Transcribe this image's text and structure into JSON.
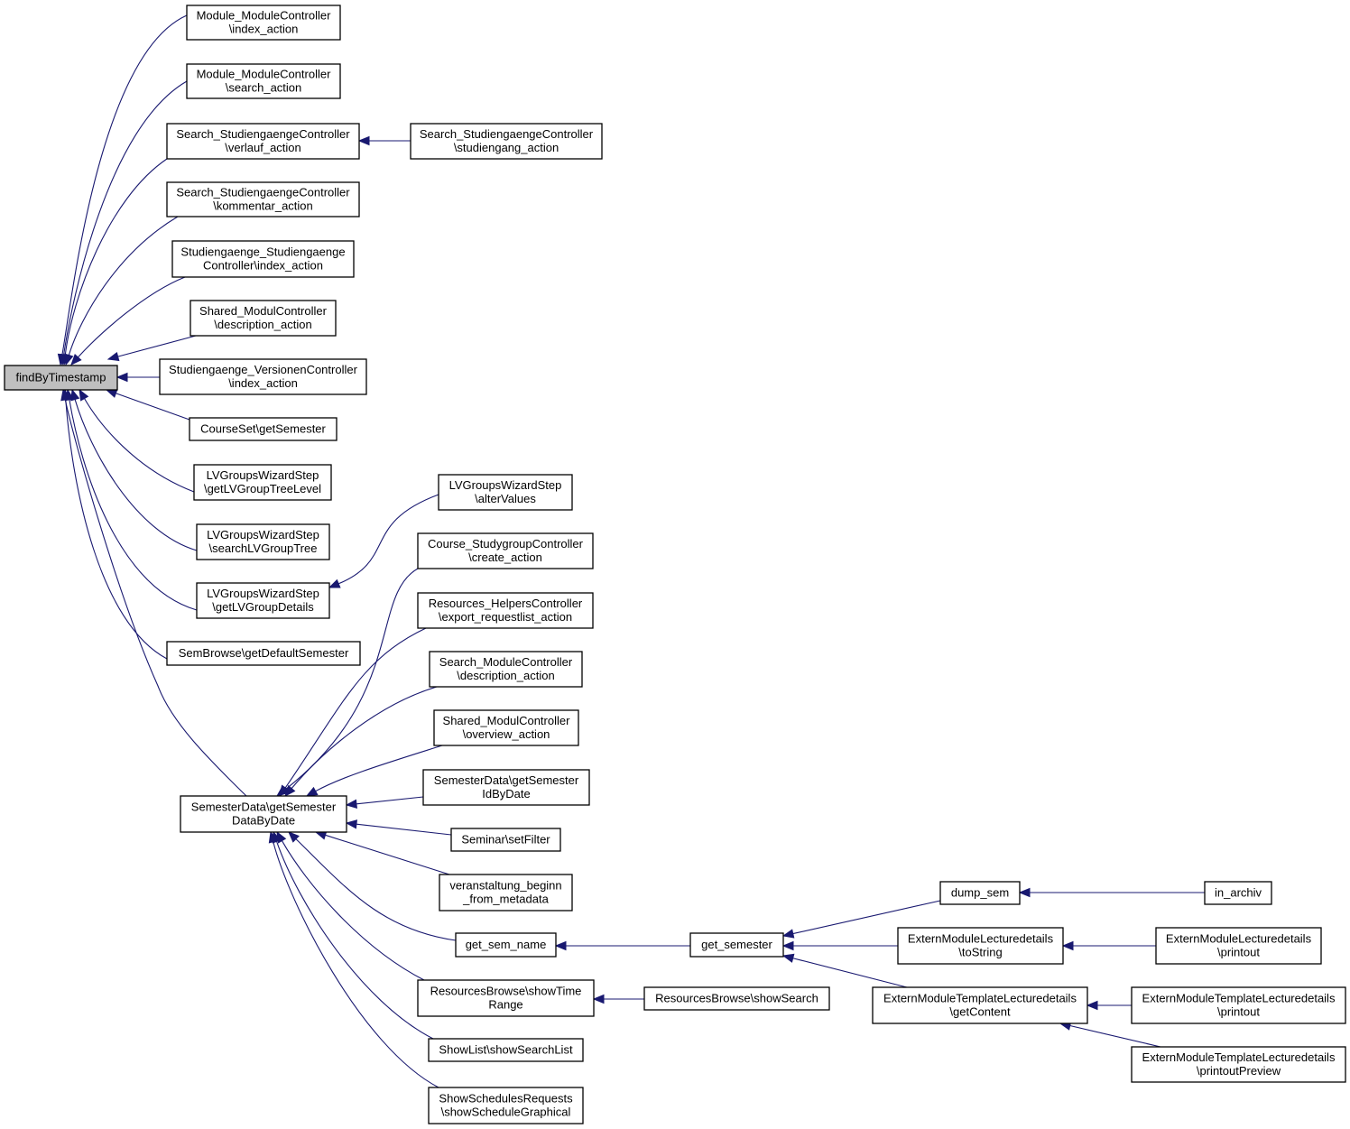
{
  "nodes": [
    {
      "id": "root",
      "lines": [
        "findByTimestamp"
      ],
      "highlight": true
    },
    {
      "id": "n1",
      "lines": [
        "Module_ModuleController",
        "\\index_action"
      ]
    },
    {
      "id": "n2",
      "lines": [
        "Module_ModuleController",
        "\\search_action"
      ]
    },
    {
      "id": "n3",
      "lines": [
        "Search_StudiengaengeController",
        "\\verlauf_action"
      ]
    },
    {
      "id": "n4",
      "lines": [
        "Search_StudiengaengeController",
        "\\studiengang_action"
      ]
    },
    {
      "id": "n5",
      "lines": [
        "Search_StudiengaengeController",
        "\\kommentar_action"
      ]
    },
    {
      "id": "n6",
      "lines": [
        "Studiengaenge_Studiengaenge",
        "Controller\\index_action"
      ]
    },
    {
      "id": "n7",
      "lines": [
        "Shared_ModulController",
        "\\description_action"
      ]
    },
    {
      "id": "n8",
      "lines": [
        "Studiengaenge_VersionenController",
        "\\index_action"
      ]
    },
    {
      "id": "n9",
      "lines": [
        "CourseSet\\getSemester"
      ]
    },
    {
      "id": "n10",
      "lines": [
        "LVGroupsWizardStep",
        "\\getLVGroupTreeLevel"
      ]
    },
    {
      "id": "n11",
      "lines": [
        "LVGroupsWizardStep",
        "\\searchLVGroupTree"
      ]
    },
    {
      "id": "n12",
      "lines": [
        "LVGroupsWizardStep",
        "\\getLVGroupDetails"
      ]
    },
    {
      "id": "n13",
      "lines": [
        "LVGroupsWizardStep",
        "\\alterValues"
      ]
    },
    {
      "id": "n14",
      "lines": [
        "SemBrowse\\getDefaultSemester"
      ]
    },
    {
      "id": "n15",
      "lines": [
        "SemesterData\\getSemester",
        "DataByDate"
      ]
    },
    {
      "id": "n16",
      "lines": [
        "Course_StudygroupController",
        "\\create_action"
      ]
    },
    {
      "id": "n17",
      "lines": [
        "Resources_HelpersController",
        "\\export_requestlist_action"
      ]
    },
    {
      "id": "n18",
      "lines": [
        "Search_ModuleController",
        "\\description_action"
      ]
    },
    {
      "id": "n19",
      "lines": [
        "Shared_ModulController",
        "\\overview_action"
      ]
    },
    {
      "id": "n20",
      "lines": [
        "SemesterData\\getSemester",
        "IdByDate"
      ]
    },
    {
      "id": "n21",
      "lines": [
        "Seminar\\setFilter"
      ]
    },
    {
      "id": "n22",
      "lines": [
        "veranstaltung_beginn",
        "_from_metadata"
      ]
    },
    {
      "id": "n23",
      "lines": [
        "get_sem_name"
      ]
    },
    {
      "id": "n24",
      "lines": [
        "ResourcesBrowse\\showTime",
        "Range"
      ]
    },
    {
      "id": "n25",
      "lines": [
        "ShowList\\showSearchList"
      ]
    },
    {
      "id": "n26",
      "lines": [
        "ShowSchedulesRequests",
        "\\showScheduleGraphical"
      ]
    },
    {
      "id": "n27",
      "lines": [
        "get_semester"
      ]
    },
    {
      "id": "n28",
      "lines": [
        "ResourcesBrowse\\showSearch"
      ]
    },
    {
      "id": "n29",
      "lines": [
        "dump_sem"
      ]
    },
    {
      "id": "n30",
      "lines": [
        "ExternModuleLecturedetails",
        "\\toString"
      ]
    },
    {
      "id": "n31",
      "lines": [
        "ExternModuleTemplateLecturedetails",
        "\\getContent"
      ]
    },
    {
      "id": "n32",
      "lines": [
        "in_archiv"
      ]
    },
    {
      "id": "n33",
      "lines": [
        "ExternModuleLecturedetails",
        "\\printout"
      ]
    },
    {
      "id": "n34",
      "lines": [
        "ExternModuleTemplateLecturedetails",
        "\\printout"
      ]
    },
    {
      "id": "n35",
      "lines": [
        "ExternModuleTemplateLecturedetails",
        "\\printoutPreview"
      ]
    }
  ],
  "edges": [
    {
      "from": "n1",
      "to": "root"
    },
    {
      "from": "n2",
      "to": "root"
    },
    {
      "from": "n3",
      "to": "root"
    },
    {
      "from": "n5",
      "to": "root"
    },
    {
      "from": "n6",
      "to": "root"
    },
    {
      "from": "n7",
      "to": "root"
    },
    {
      "from": "n8",
      "to": "root"
    },
    {
      "from": "n9",
      "to": "root"
    },
    {
      "from": "n10",
      "to": "root"
    },
    {
      "from": "n11",
      "to": "root"
    },
    {
      "from": "n12",
      "to": "root"
    },
    {
      "from": "n14",
      "to": "root"
    },
    {
      "from": "n15",
      "to": "root"
    },
    {
      "from": "n4",
      "to": "n3"
    },
    {
      "from": "n13",
      "to": "n12"
    },
    {
      "from": "n16",
      "to": "n15"
    },
    {
      "from": "n17",
      "to": "n15"
    },
    {
      "from": "n18",
      "to": "n15"
    },
    {
      "from": "n19",
      "to": "n15"
    },
    {
      "from": "n20",
      "to": "n15"
    },
    {
      "from": "n21",
      "to": "n15"
    },
    {
      "from": "n22",
      "to": "n15"
    },
    {
      "from": "n23",
      "to": "n15"
    },
    {
      "from": "n24",
      "to": "n15"
    },
    {
      "from": "n25",
      "to": "n15"
    },
    {
      "from": "n26",
      "to": "n15"
    },
    {
      "from": "n27",
      "to": "n23"
    },
    {
      "from": "n28",
      "to": "n24"
    },
    {
      "from": "n29",
      "to": "n27"
    },
    {
      "from": "n30",
      "to": "n27"
    },
    {
      "from": "n31",
      "to": "n27"
    },
    {
      "from": "n32",
      "to": "n29"
    },
    {
      "from": "n33",
      "to": "n30"
    },
    {
      "from": "n34",
      "to": "n31"
    },
    {
      "from": "n35",
      "to": "n31"
    }
  ]
}
